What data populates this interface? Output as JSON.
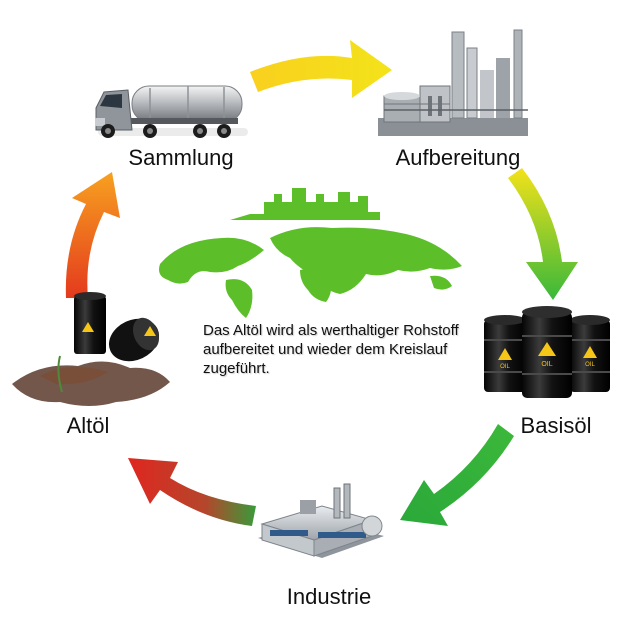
{
  "stations": {
    "sammlung": {
      "label": "Sammlung",
      "icon": "tanker-truck-icon"
    },
    "aufbereitung": {
      "label": "Aufbereitung",
      "icon": "refinery-icon"
    },
    "basisoel": {
      "label": "Basisöl",
      "icon": "oil-barrels-icon",
      "barrel_text": "OIL"
    },
    "industrie": {
      "label": "Industrie",
      "icon": "factory-icon"
    },
    "altoel": {
      "label": "Altöl",
      "icon": "spilled-oil-barrels-icon"
    }
  },
  "center": {
    "text": "Das Altöl wird als werthaltiger Rohstoff aufbereitet und wieder dem Kreislauf zugeführt.",
    "icon": "green-world-city-icon"
  },
  "colors": {
    "arrow_yellow": "#f7d21a",
    "arrow_orange": "#f39a1e",
    "arrow_green": "#2fb53a",
    "arrow_red": "#e0261f",
    "map_green": "#5cbf2a",
    "barrel_black": "#151515"
  }
}
